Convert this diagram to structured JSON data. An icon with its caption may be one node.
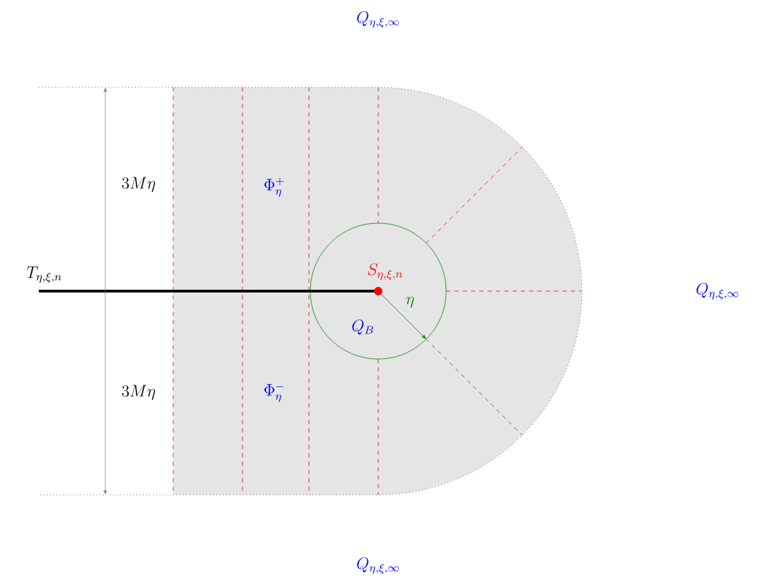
{
  "diagram": {
    "labels": [
      "Q_{\\eta,\\xi,\\infty}",
      "3M\\eta",
      "\\Phi_{\\eta}^{+}",
      "T_{\\eta,\\xi,n}",
      "S_{\\eta,\\xi,n}",
      "\\eta",
      "Q_B",
      "Q_{\\eta,\\xi,\\infty}",
      "3M\\eta",
      "\\Phi_{\\eta}^{-}",
      "Q_{\\eta,\\xi,\\infty}"
    ]
  }
}
